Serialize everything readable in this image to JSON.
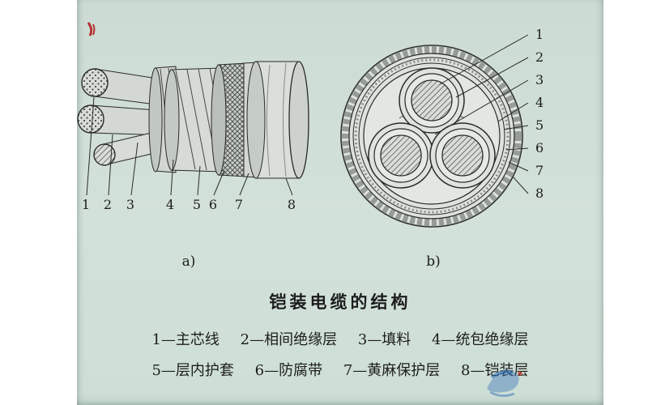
{
  "figure": {
    "label_a": "a)",
    "label_b": "b)",
    "callouts": [
      "1",
      "2",
      "3",
      "4",
      "5",
      "6",
      "7",
      "8"
    ]
  },
  "caption": {
    "title": "铠装电缆的结构"
  },
  "legend": {
    "row1": [
      "1—主芯线",
      "2—相间绝缘层",
      "3—填料",
      "4—统包绝缘层"
    ],
    "row2": [
      "5—层内护套",
      "6—防腐带",
      "7—黄麻保护层",
      "8—铠装层"
    ]
  }
}
